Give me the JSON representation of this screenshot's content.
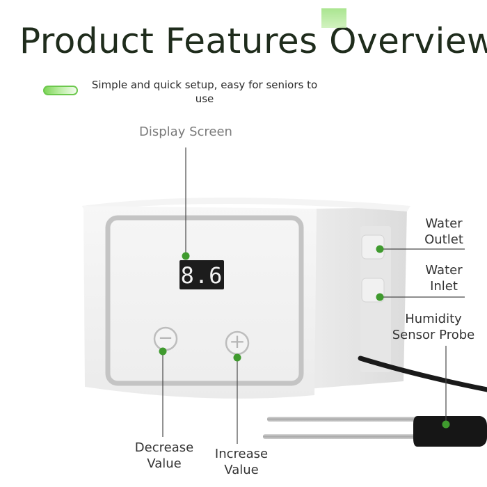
{
  "header": {
    "title": "Product Features Overview",
    "tagline": "Simple and quick setup, easy for seniors to use"
  },
  "callouts": {
    "display_screen": "Display Screen",
    "water_outlet_line1": "Water",
    "water_outlet_line2": "Outlet",
    "water_inlet_line1": "Water",
    "water_inlet_line2": "Inlet",
    "humidity_line1": "Humidity",
    "humidity_line2": "Sensor Probe",
    "decrease_line1": "Decrease",
    "decrease_line2": "Value",
    "increase_line1": "Increase",
    "increase_line2": "Value"
  },
  "device": {
    "display_value": "8.6",
    "minus_symbol": "−",
    "plus_symbol": "+"
  },
  "colors": {
    "accent_green": "#3f9a2e",
    "title_text": "#1f2c1c",
    "display_digits": "#f2f2f2"
  }
}
